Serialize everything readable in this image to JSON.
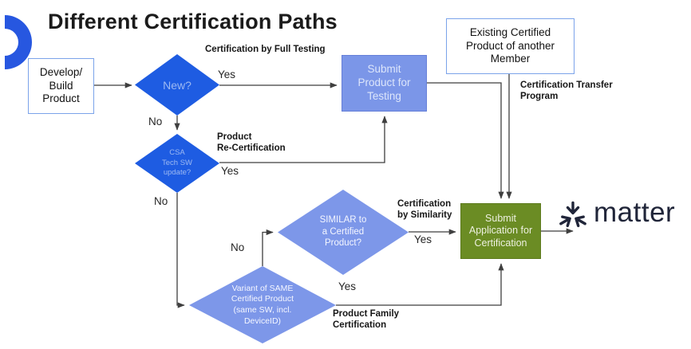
{
  "title": "Different Certification Paths",
  "colors": {
    "primary_blue": "#1e5ce2",
    "light_blue": "#7d97e9",
    "box_fill_blue": "#7b96e8",
    "box_border_blue": "#7ba3ea",
    "olive_green": "#6b8c24",
    "line_gray": "#3f3f3f",
    "arc_blue": "#2757e0",
    "matter_navy": "#202539"
  },
  "nodes": {
    "develop": {
      "label": "Develop/\nBuild\nProduct"
    },
    "new_decision": {
      "label": "New?"
    },
    "csa_decision": {
      "label": "CSA\nTech SW\nupdate?"
    },
    "similar_decision": {
      "label": "SIMILAR to\na Certified\nProduct?"
    },
    "variant_decision": {
      "label": "Variant of SAME\nCertified Product\n(same SW, incl.\nDeviceID)"
    },
    "submit_testing": {
      "label": "Submit\nProduct for\nTesting"
    },
    "existing_member": {
      "label": "Existing Certified\nProduct of another\nMember"
    },
    "submit_application": {
      "label": "Submit\nApplication for\nCertification"
    }
  },
  "edge_labels": {
    "full_testing": "Certification by Full Testing",
    "yes_new": "Yes",
    "no_new": "No",
    "recertification": "Product\nRe-Certification",
    "yes_csa": "Yes",
    "no_csa": "No",
    "no_variant": "No",
    "by_similarity": "Certification\nby Similarity",
    "yes_similar": "Yes",
    "yes_variant": "Yes",
    "product_family": "Product Family\nCertification",
    "transfer_program": "Certification Transfer\nProgram"
  },
  "logo": {
    "wordmark": "matter"
  }
}
